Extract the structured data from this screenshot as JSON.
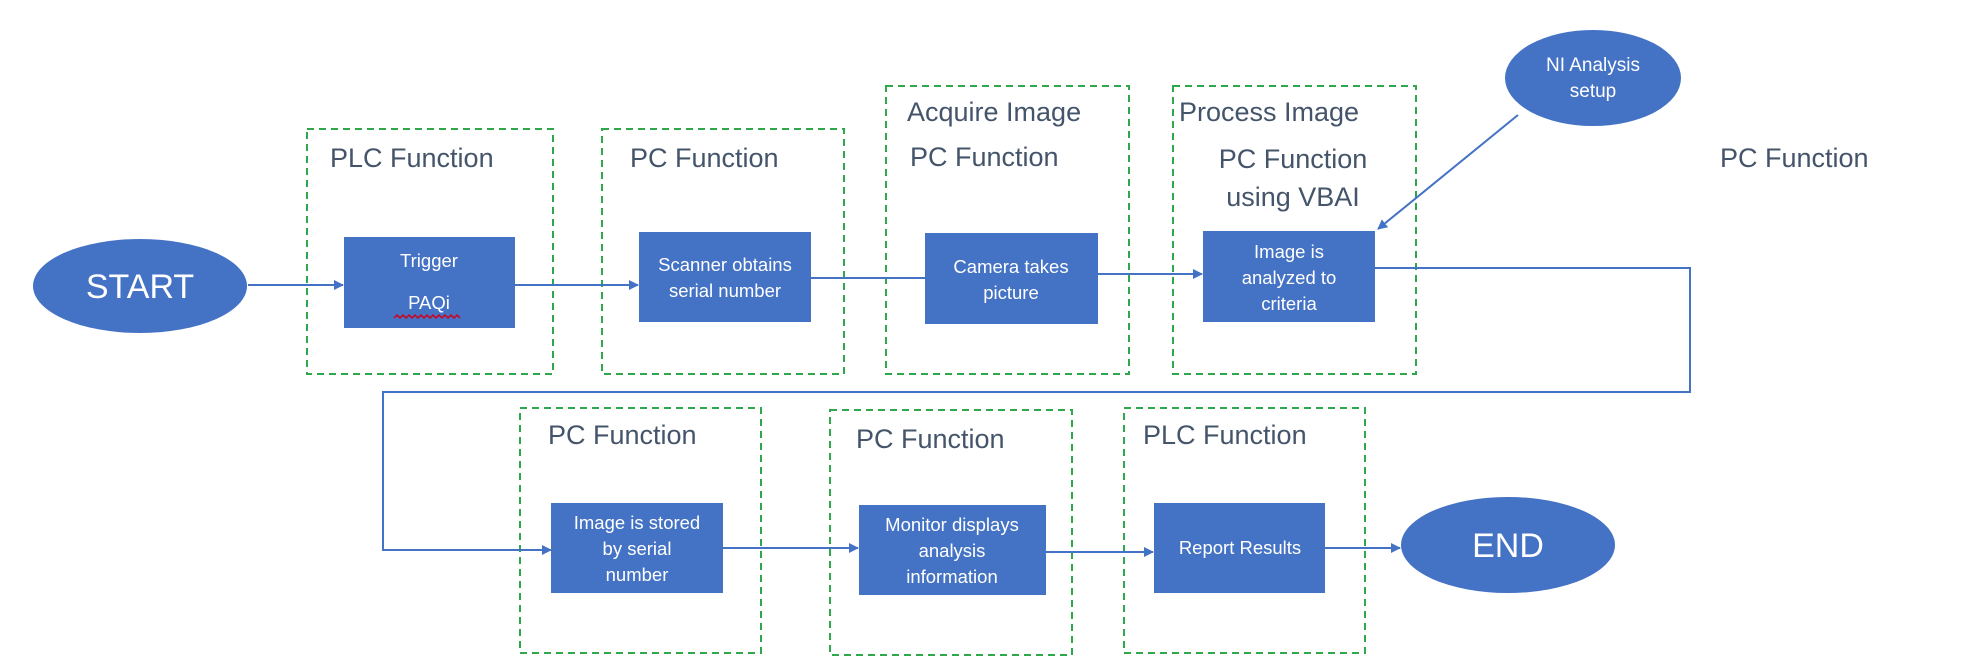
{
  "start": {
    "label": "START"
  },
  "end": {
    "label": "END"
  },
  "ni_setup": {
    "lines": [
      "NI Analysis",
      "setup"
    ]
  },
  "colors": {
    "shape_fill": "#4472c4",
    "group_border": "#2ea84a",
    "label_text": "#44546a",
    "squiggle": "#d0021b"
  },
  "groups": {
    "g1": {
      "label": "PLC Function"
    },
    "g2": {
      "label": "PC Function"
    },
    "g3": {
      "title": "Acquire Image",
      "label": "PC Function"
    },
    "g4": {
      "title": "Process Image",
      "label": "PC Function",
      "label2": "using VBAI"
    },
    "g5": {
      "label": "PC Function"
    },
    "g6": {
      "label": "PC Function"
    },
    "g7": {
      "label": "PLC Function"
    }
  },
  "free_label": "PC Function",
  "boxes": {
    "trigger": {
      "small": "Trigger",
      "big": "PAQi"
    },
    "scanner": {
      "lines": [
        "Scanner obtains",
        "serial number"
      ]
    },
    "camera": {
      "lines": [
        "Camera takes",
        "picture"
      ]
    },
    "analyzed": {
      "lines": [
        "Image is",
        "analyzed to",
        "criteria"
      ]
    },
    "stored": {
      "lines": [
        "Image is stored",
        "by serial",
        "number"
      ]
    },
    "monitor": {
      "lines": [
        "Monitor displays",
        "analysis",
        "information"
      ]
    },
    "report": {
      "lines": [
        "Report Results"
      ]
    }
  }
}
